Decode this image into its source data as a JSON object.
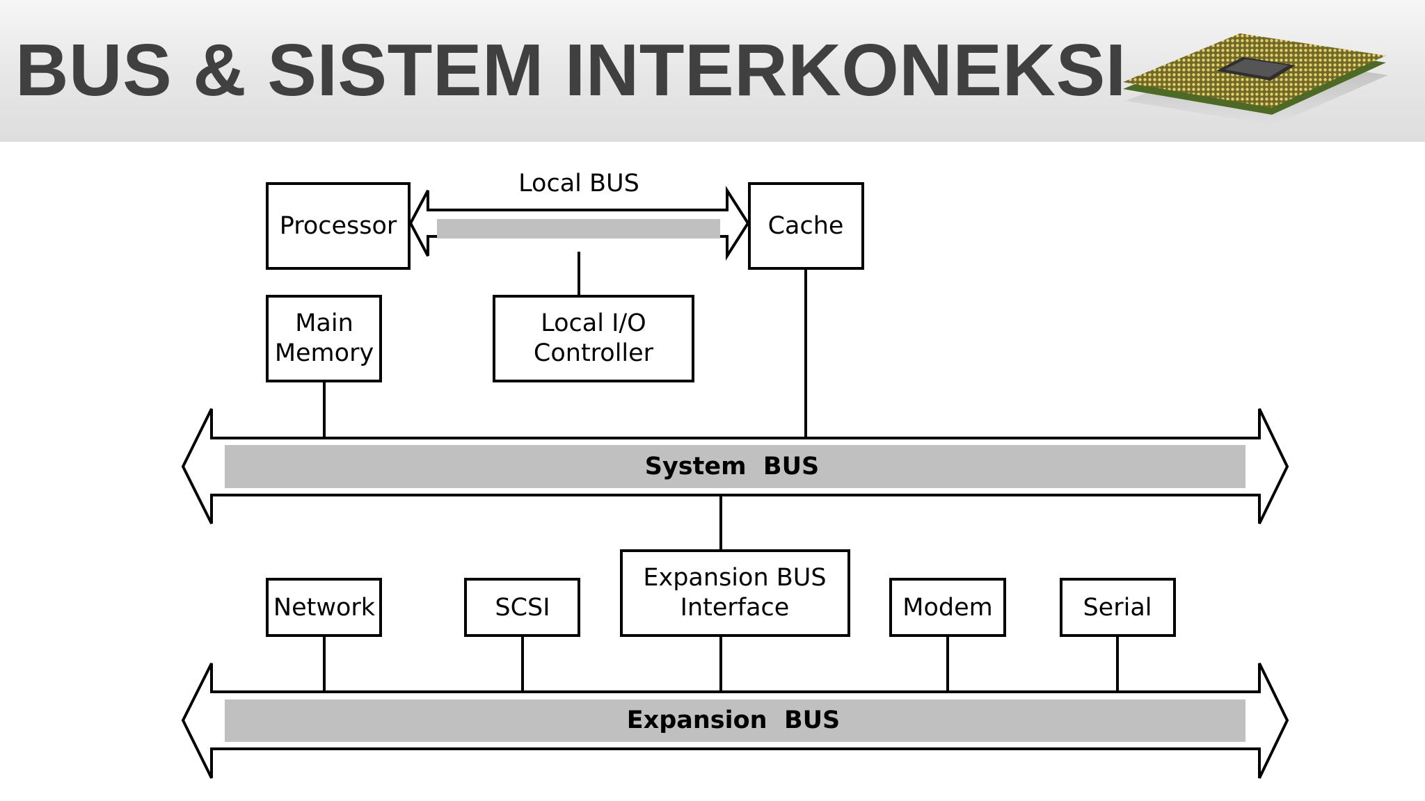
{
  "slide": {
    "title": "BUS & SISTEM INTERKONEKSI",
    "colors": {
      "title": "#404040",
      "header_bg": "#e6e6e6",
      "bus_fill": "#c0c0c0",
      "line": "#000000"
    },
    "decoration_icon": "cpu-chip-icon"
  },
  "diagram": {
    "buses": {
      "local": "Local BUS",
      "system": "System  BUS",
      "expansion": "Expansion  BUS"
    },
    "components": {
      "processor": "Processor",
      "cache": "Cache",
      "main_memory": [
        "Main",
        "Memory"
      ],
      "local_io_controller": [
        "Local I/O",
        "Controller"
      ],
      "expansion_bus_interface": [
        "Expansion BUS",
        "Interface"
      ],
      "network": "Network",
      "scsi": "SCSI",
      "modem": "Modem",
      "serial": "Serial"
    }
  }
}
